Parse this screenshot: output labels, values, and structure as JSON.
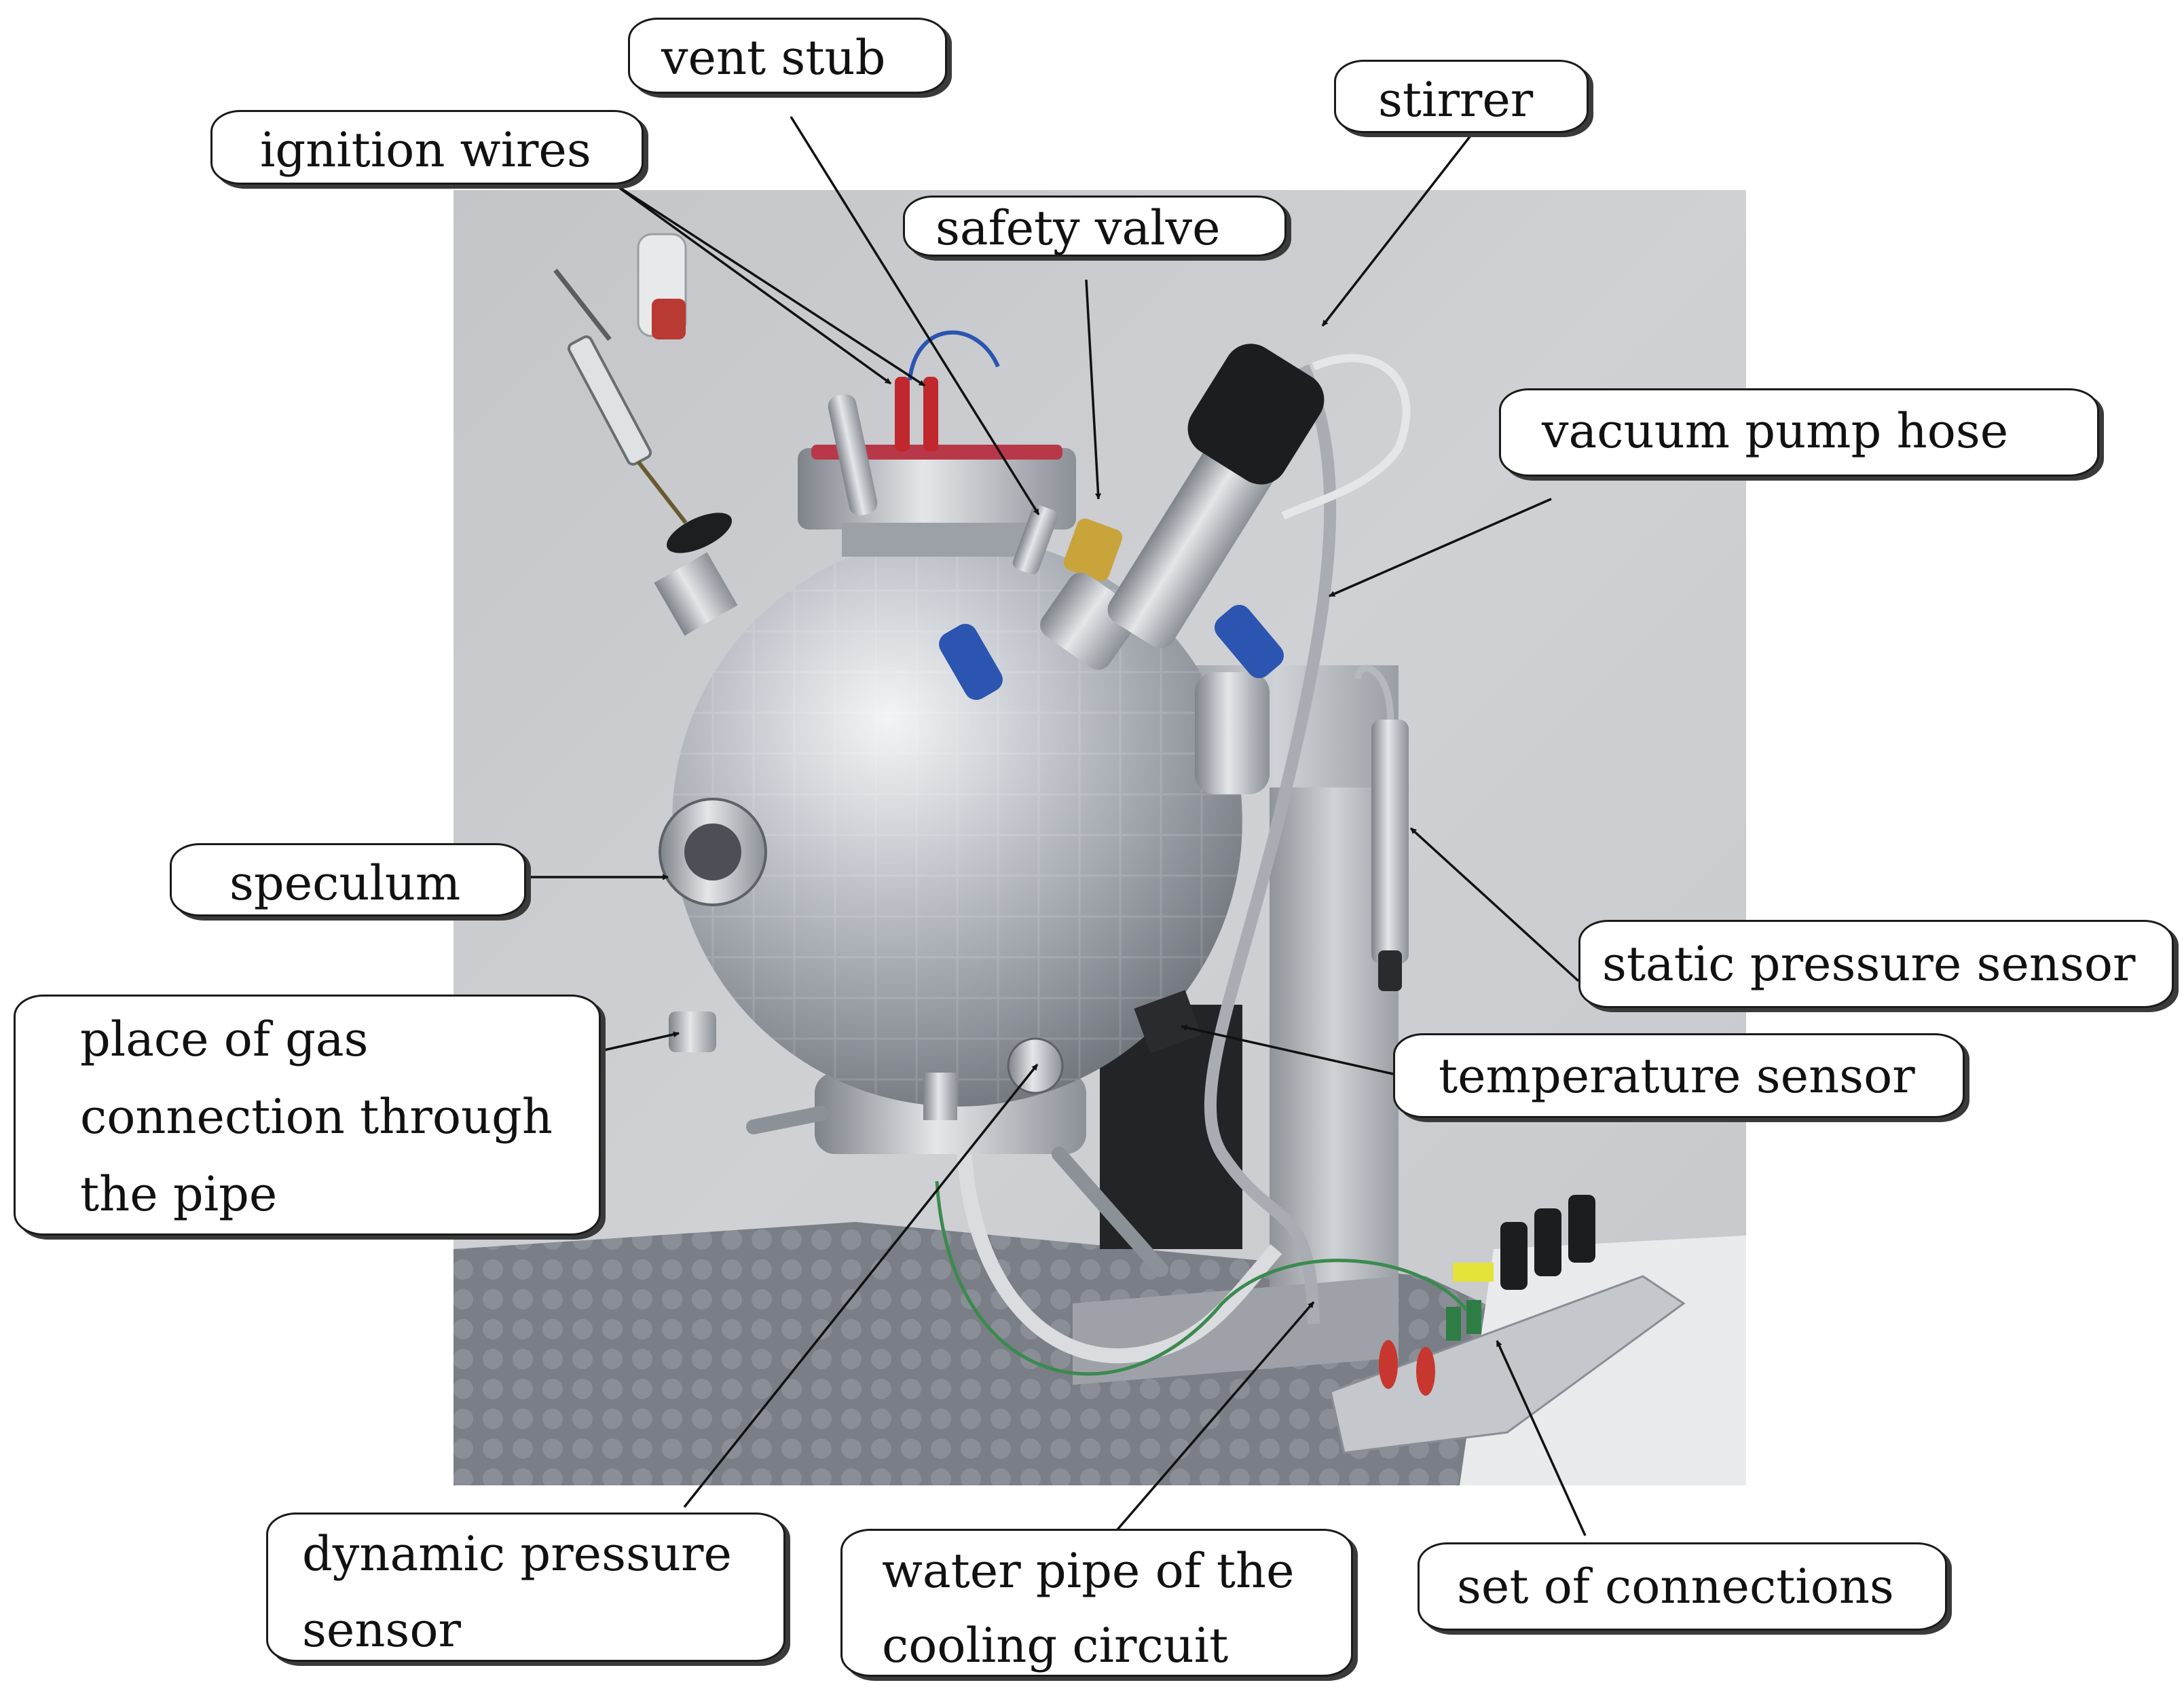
{
  "figure": {
    "labels": {
      "ignition_wires": "ignition wires",
      "vent_stub": "vent stub",
      "stirrer": "stirrer",
      "safety_valve": "safety valve",
      "vacuum_pump_hose": "vacuum pump hose",
      "speculum": "speculum",
      "static_pressure_sensor": "static pressure sensor",
      "place_of_gas_connection": [
        "place of gas",
        "connection through",
        "the pipe"
      ],
      "temperature_sensor": "temperature sensor",
      "dynamic_pressure_sensor": [
        "dynamic pressure",
        "sensor"
      ],
      "water_pipe": [
        "water pipe of the",
        "cooling circuit"
      ],
      "set_of_connections": "set of connections"
    },
    "colors": {
      "wall": "#c9cbcf",
      "vessel": "#b8bcc2",
      "floor_mat": "#7d8189",
      "callout_border": "#1a1a1a",
      "leader_line": "#111111",
      "ignition_plug": "#c0282d",
      "valve_handle": "#2b55b0"
    }
  }
}
